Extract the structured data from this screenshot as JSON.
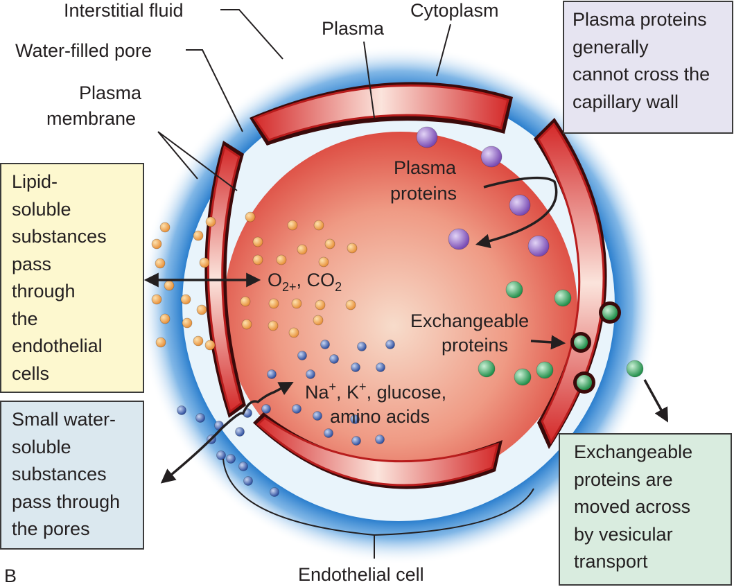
{
  "labels": {
    "interstitial_fluid": "Interstitial fluid",
    "cytoplasm": "Cytoplasm",
    "plasma": "Plasma",
    "water_filled_pore": "Water-filled pore",
    "plasma_membrane_1": "Plasma",
    "plasma_membrane_2": "membrane",
    "plasma_proteins_1": "Plasma",
    "plasma_proteins_2": "proteins",
    "o2_base": "O",
    "o2_sub": "2+",
    "co2_prefix": ", CO",
    "co2_sub": "2",
    "exchangeable_1": "Exchangeable",
    "exchangeable_2": "proteins",
    "na": "Na",
    "na_sup": "+",
    "k_prefix": ", K",
    "k_sup": "+",
    "glucose": ", glucose,",
    "amino_acids": "amino acids",
    "endothelial_cell": "Endothelial cell",
    "panel_letter": "B"
  },
  "boxes": {
    "lipid_soluble": [
      "Lipid-",
      "soluble",
      "substances",
      "pass",
      "through",
      "the",
      "endothelial",
      "cells"
    ],
    "water_soluble": [
      "Small water-",
      "soluble",
      "substances",
      "pass through",
      "the pores"
    ],
    "plasma_proteins_note": [
      "Plasma proteins",
      "generally",
      "cannot cross the",
      "capillary wall"
    ],
    "vesicular": [
      "Exchangeable",
      "proteins are",
      "moved across",
      "by vesicular",
      "transport"
    ]
  },
  "colors": {
    "interstitial_glow": "#1a73c8",
    "lumen_center": "#f6d2bf",
    "lumen_edge": "#e0574a",
    "wall_red": "#d02a2a",
    "membrane_dark": "#3a0a0a",
    "lipid_particle": "#f0a040",
    "water_particle": "#3c5fae",
    "plasma_protein": "#8a5cc0",
    "exchangeable_protein": "#2f9e58",
    "lipid_box": "#fdf8cf",
    "water_box": "#dbe8ef",
    "plasma_box": "#e6e4f1",
    "vesicular_box": "#d9ecdf"
  }
}
